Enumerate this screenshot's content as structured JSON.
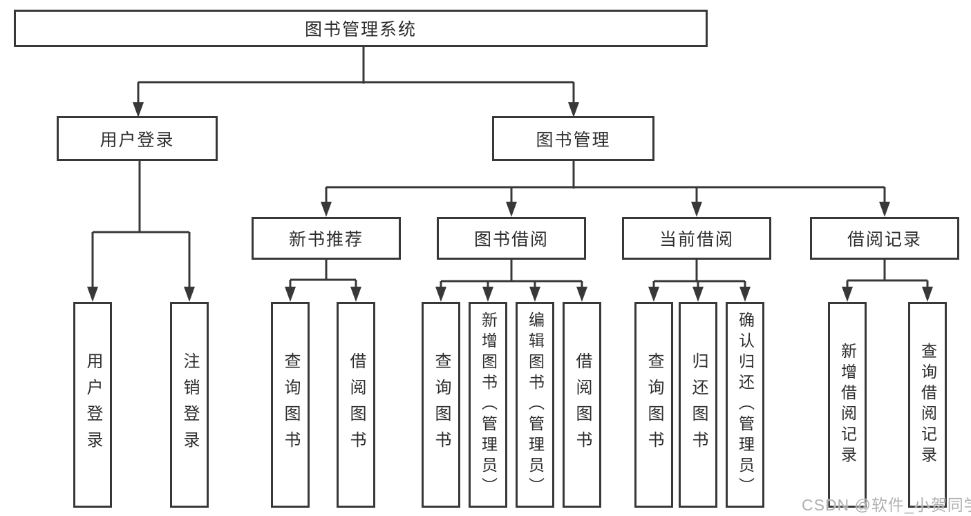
{
  "colors": {
    "line": "#383838",
    "text": "#2e2e2e",
    "box_background": "#ffffff",
    "watermark": "#b0b0b0"
  },
  "watermark": {
    "text": "CSDN @软件_小贺同学"
  },
  "nodes": {
    "root": {
      "label": "图书管理系统"
    },
    "user_login": {
      "label": "用户登录"
    },
    "book_management": {
      "label": "图书管理"
    },
    "new_book_recommend": {
      "label": "新书推荐"
    },
    "book_borrowing": {
      "label": "图书借阅"
    },
    "current_borrowing": {
      "label": "当前借阅"
    },
    "borrowing_records": {
      "label": "借阅记录"
    },
    "ul_user_login": {
      "label": "用户登录"
    },
    "ul_logout": {
      "label": "注销登录"
    },
    "nb_query_books": {
      "label": "查询图书"
    },
    "nb_borrow_books": {
      "label": "借阅图书"
    },
    "bb_query_books": {
      "label": "查询图书"
    },
    "bb_add_books": {
      "label": "新增图书（管理员）"
    },
    "bb_edit_books": {
      "label": "编辑图书（管理员）"
    },
    "bb_borrow_books": {
      "label": "借阅图书"
    },
    "cb_query_books": {
      "label": "查询图书"
    },
    "cb_return_books": {
      "label": "归还图书"
    },
    "cb_confirm_return": {
      "label": "确认归还（管理员）"
    },
    "br_add_record": {
      "label": "新增借阅记录"
    },
    "br_query_record": {
      "label": "查询借阅记录"
    }
  }
}
